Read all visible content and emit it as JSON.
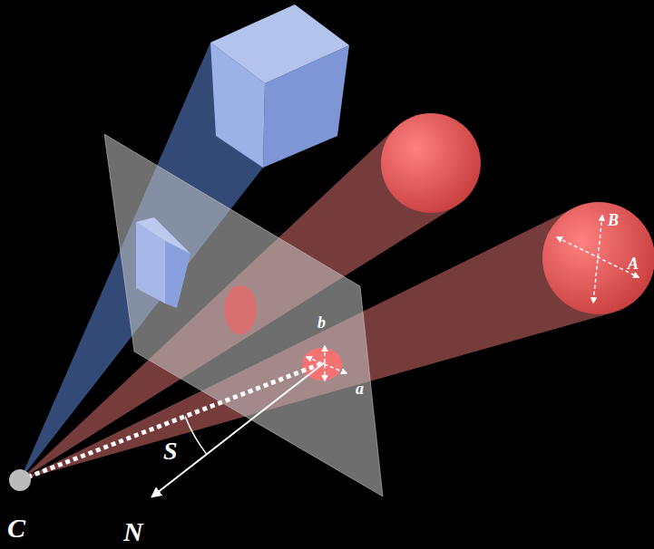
{
  "diagram": {
    "labels": [
      "B",
      "A",
      "b",
      "a",
      "S",
      "C",
      "N"
    ]
  }
}
